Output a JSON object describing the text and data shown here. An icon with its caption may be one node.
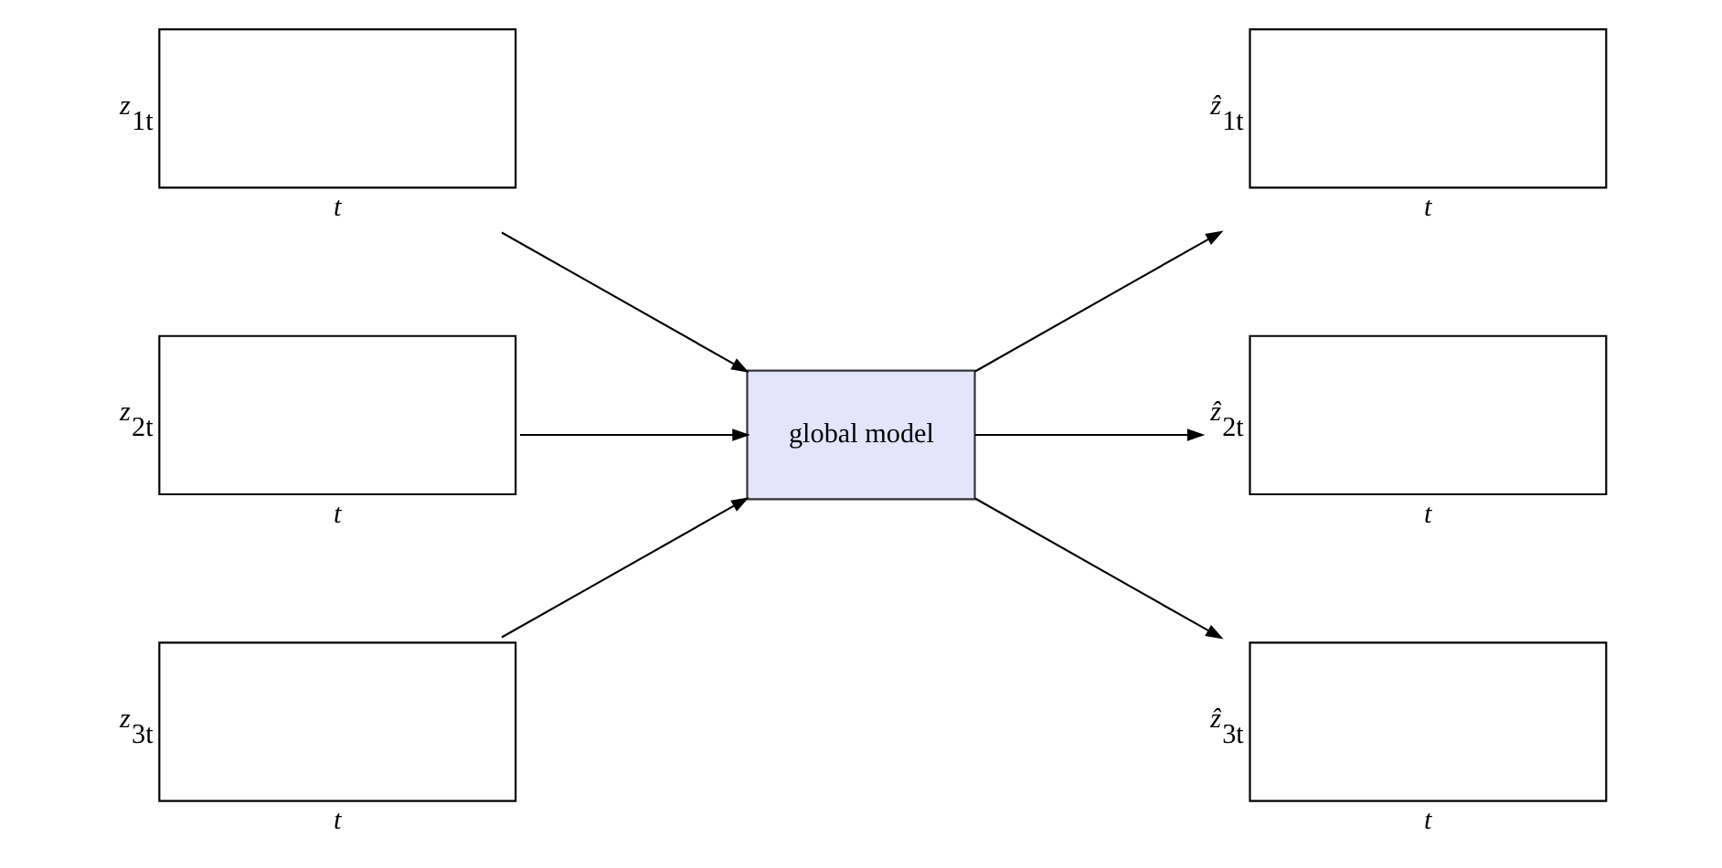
{
  "diagram": {
    "nodes": [
      {
        "text": [],
        "shape": "box",
        "beside": [
          "z$_{1t}$",
          "t"
        ]
      },
      {
        "text": [],
        "shape": "box",
        "beside": [
          "z$_{2t}$",
          "t"
        ]
      },
      {
        "text": [],
        "shape": "box",
        "beside": [
          "z$_{3t}$",
          "t"
        ]
      },
      {
        "text": [
          "global model"
        ]
      },
      {
        "text": [],
        "shape": "box",
        "beside": [
          "ẑ$_{1t}$",
          "t"
        ]
      },
      {
        "text": [],
        "shape": "box",
        "beside": [
          "ẑ$_{2t}$",
          "t"
        ]
      },
      {
        "text": [],
        "shape": "box",
        "beside": [
          "ẑ$_{3t}$",
          "t"
        ]
      }
    ],
    "edges": [
      {
        "from": 0,
        "to": 3,
        "arrow": "to"
      },
      {
        "from": 1,
        "to": 3,
        "arrow": "to"
      },
      {
        "from": 2,
        "to": 3,
        "arrow": "to"
      },
      {
        "from": 3,
        "to": 4,
        "arrow": "to"
      },
      {
        "from": 3,
        "to": 5,
        "arrow": "to"
      },
      {
        "from": 3,
        "to": 6,
        "arrow": "to"
      }
    ]
  }
}
